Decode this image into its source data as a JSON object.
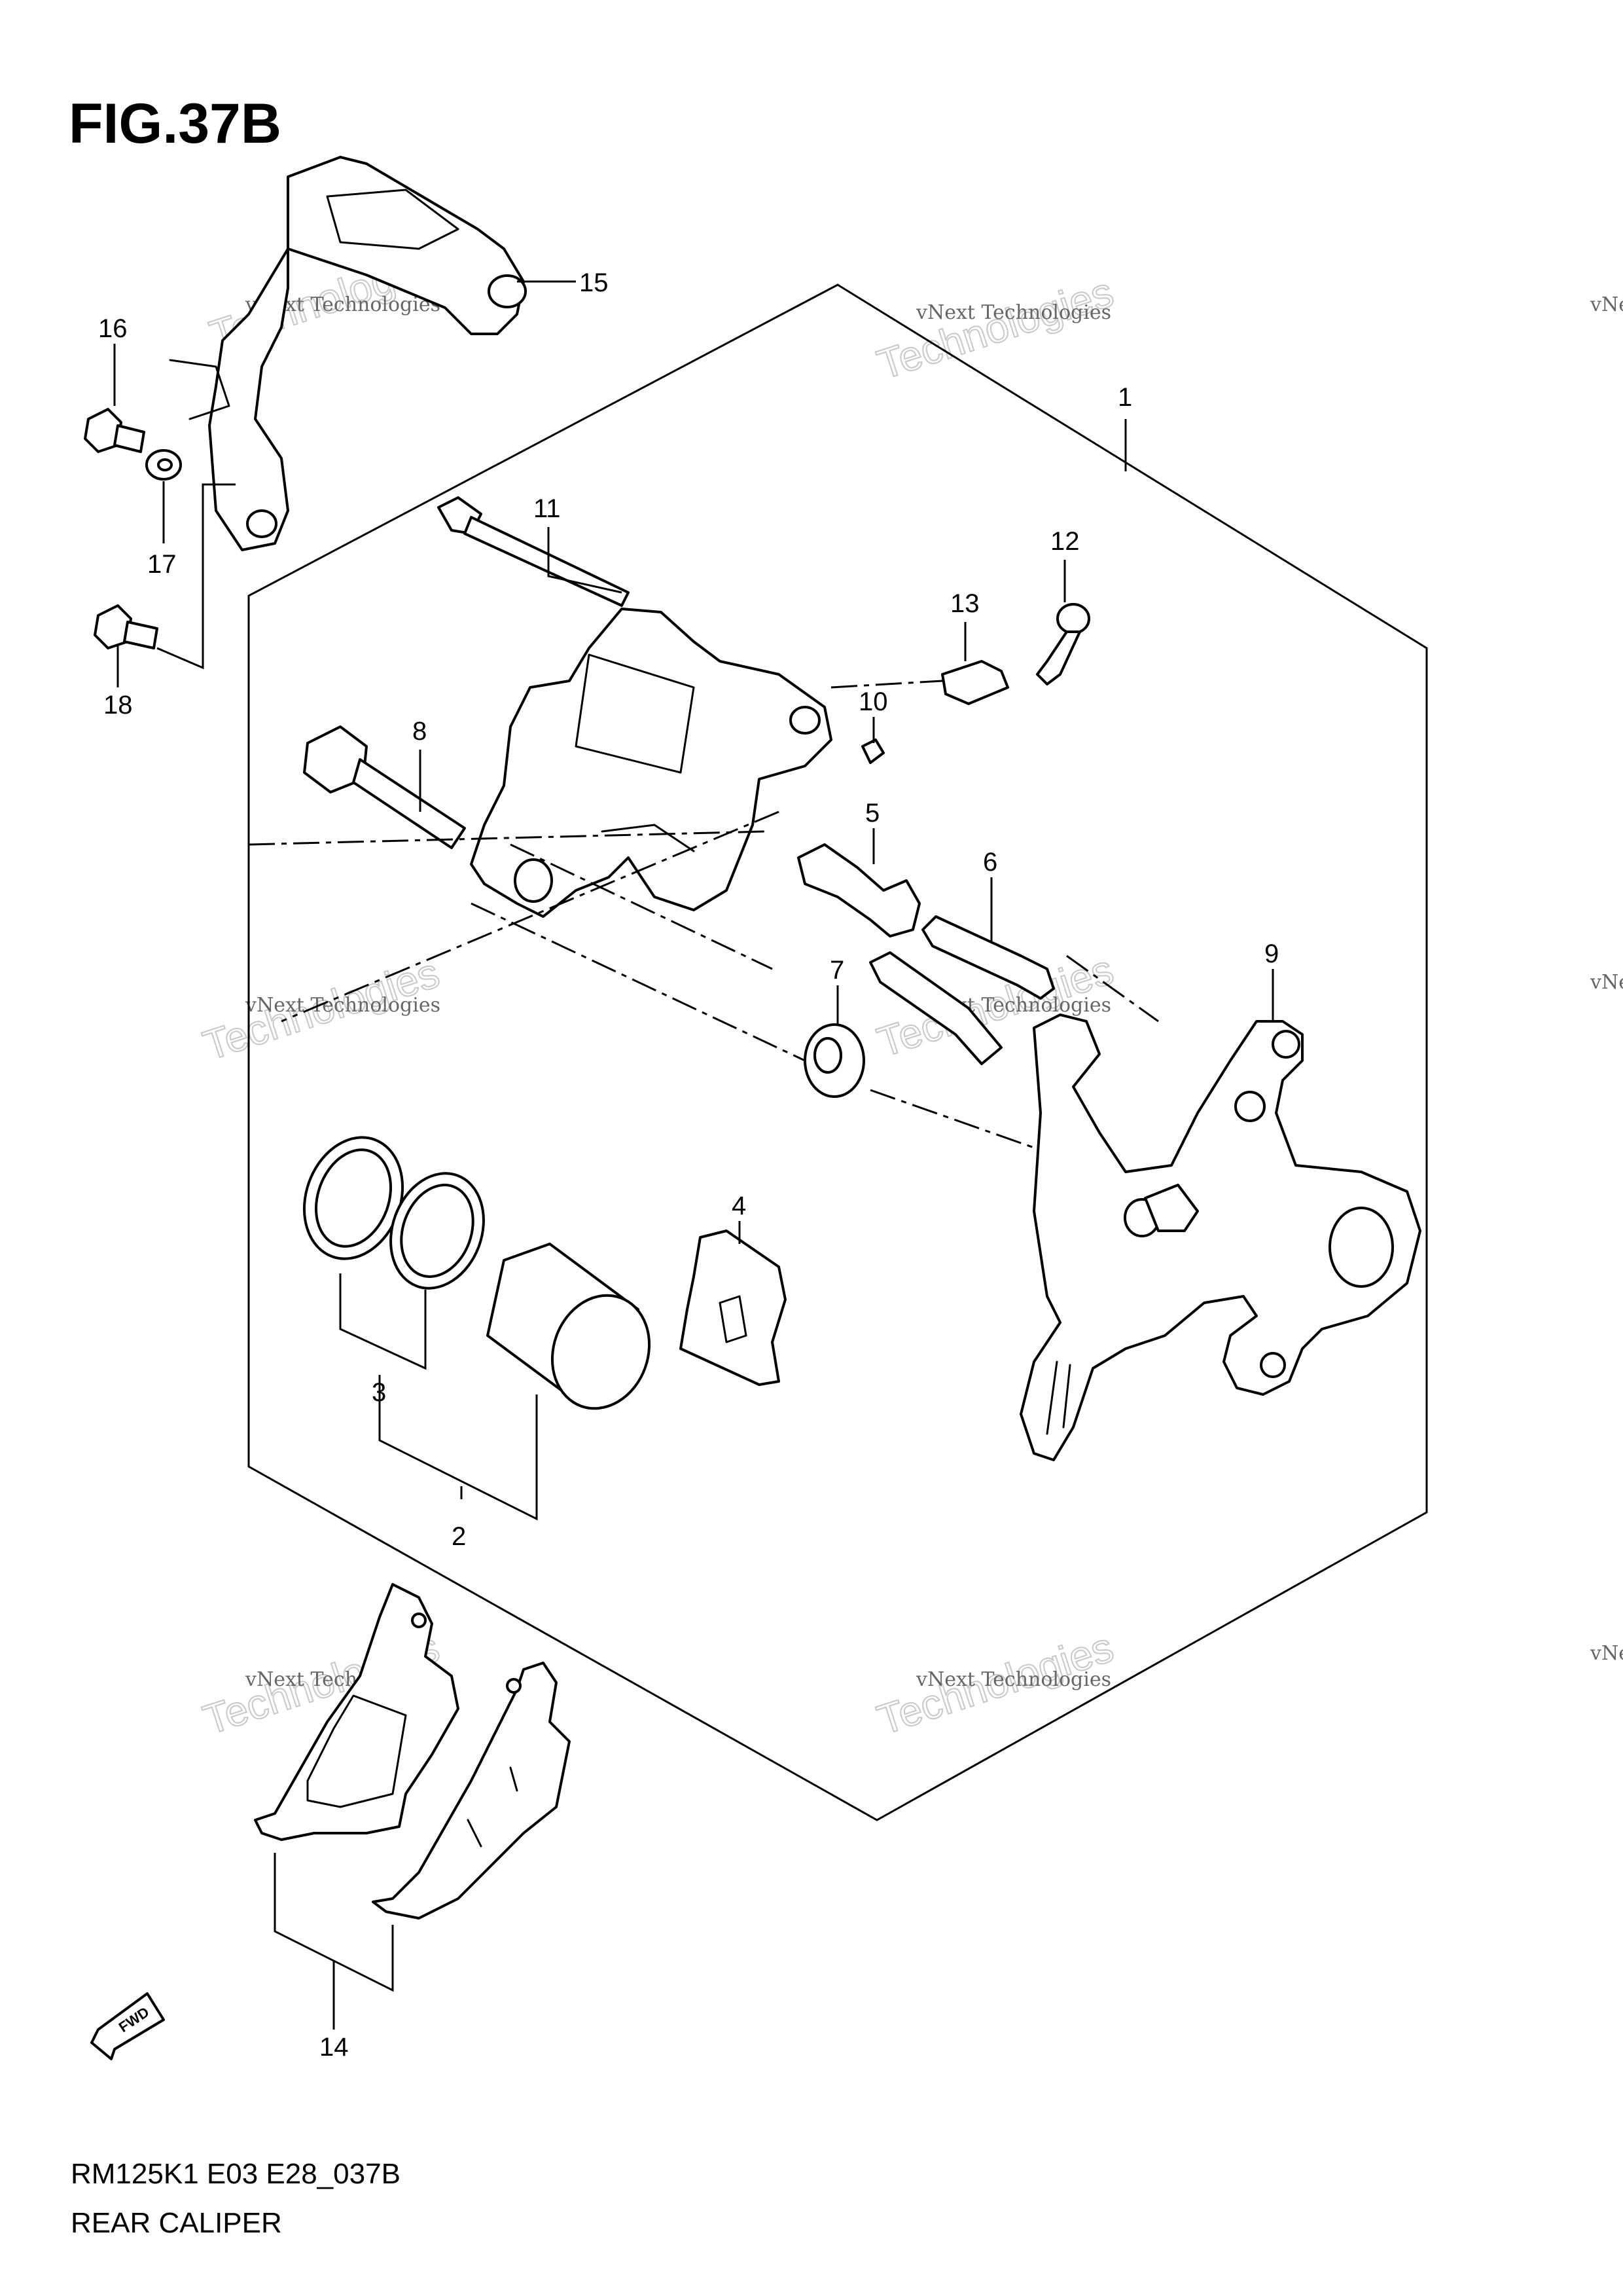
{
  "figure": {
    "title": "FIG.37B"
  },
  "callouts": [
    "1",
    "2",
    "3",
    "4",
    "5",
    "6",
    "7",
    "8",
    "9",
    "10",
    "11",
    "12",
    "13",
    "14",
    "15",
    "16",
    "17",
    "18"
  ],
  "footer": {
    "code": "RM125K1 E03 E28_037B",
    "caption": "REAR CALIPER"
  },
  "fwd_label": "FWD",
  "watermark": {
    "line1": "vNext Technologies",
    "line2": "vNext",
    "line3": "Technologies"
  }
}
